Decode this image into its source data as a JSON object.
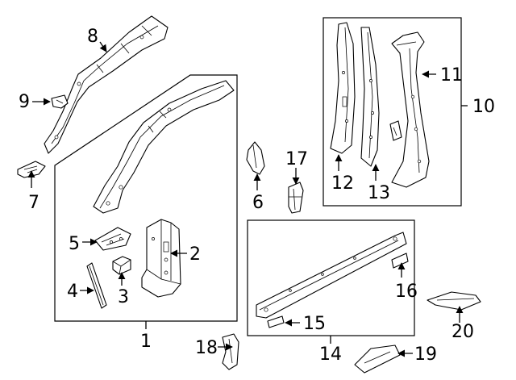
{
  "diagram": {
    "callouts": [
      "1",
      "2",
      "3",
      "4",
      "5",
      "6",
      "7",
      "8",
      "9",
      "10",
      "11",
      "12",
      "13",
      "14",
      "15",
      "16",
      "17",
      "18",
      "19",
      "20"
    ]
  },
  "colors": {
    "line": "#000000",
    "background": "#ffffff"
  }
}
